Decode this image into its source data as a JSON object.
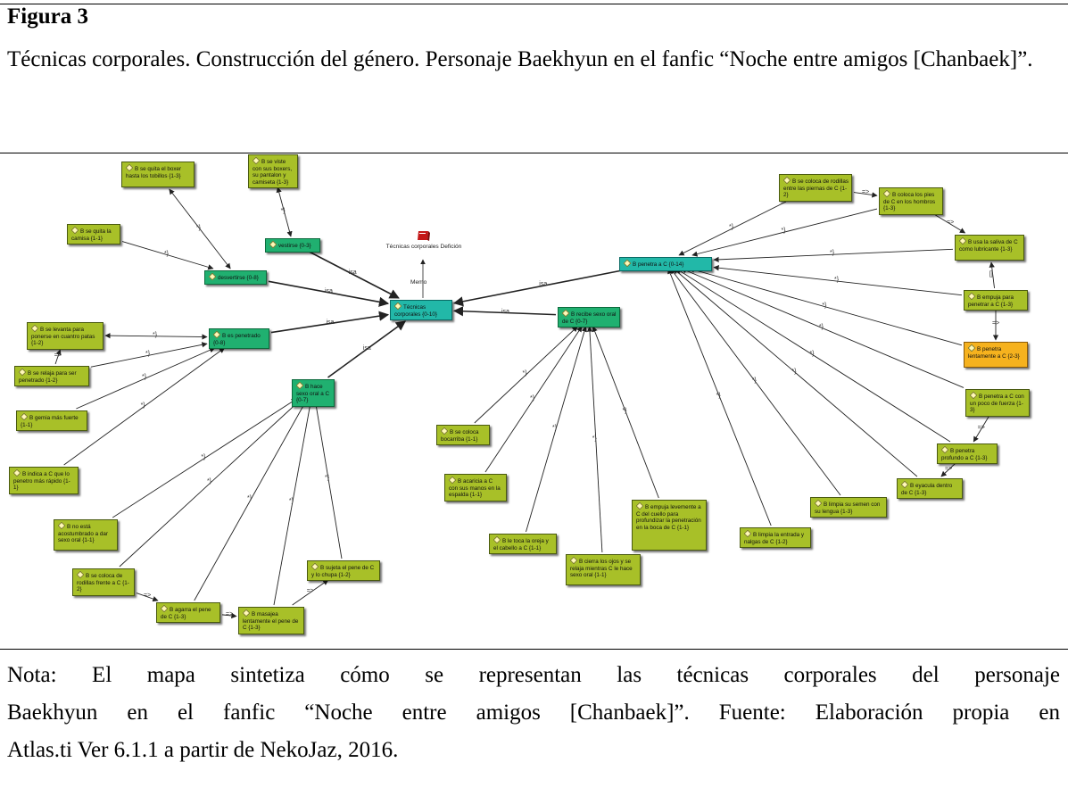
{
  "figure": {
    "title": "Figura 3",
    "caption": "Técnicas corporales. Construcción del género. Personaje Baekhyun en el fanfic “Noche entre amigos [Chanbaek]”.",
    "note_lines": [
      "Nota: El mapa sintetiza cómo se representan las técnicas corporales del personaje",
      "Baekhyun en el fanfic “Noche entre amigos [Chanbaek]”.  Fuente: Elaboración propia en",
      "Atlas.ti Ver 6.1.1 a partir de NekoJaz, 2016."
    ]
  },
  "diagram": {
    "memo": {
      "title": "Técnicas corporales Defición",
      "link_label": "Memo"
    },
    "nodes": [
      {
        "id": "n_root",
        "label": "Técnicas corporales {0-10}",
        "kind": "hub"
      },
      {
        "id": "n_desv",
        "label": "desvertirse {0-8}",
        "kind": "fam"
      },
      {
        "id": "n_vest",
        "label": "vestirse {0-3}",
        "kind": "fam"
      },
      {
        "id": "n_pen",
        "label": "B es penetrado {0-8}",
        "kind": "fam"
      },
      {
        "id": "n_oral",
        "label": "B hace sexo oral a C {0-7}",
        "kind": "fam"
      },
      {
        "id": "n_recibe",
        "label": "B recibe sexo oral de C {0-7}",
        "kind": "fam"
      },
      {
        "id": "n_penC",
        "label": "B penetra a C {0-14}",
        "kind": "hub"
      },
      {
        "id": "n_boxer",
        "label": "B se quita el boxer hasta los tobillos {1-3}",
        "kind": "code"
      },
      {
        "id": "n_viste",
        "label": "B se viste con sus boxers, su pantalon y camiseta {1-3}",
        "kind": "code"
      },
      {
        "id": "n_camisa",
        "label": "B se quita la camisa {1-1}",
        "kind": "code"
      },
      {
        "id": "n_levanta",
        "label": "B se levanta para ponerse en cuantro patas {1-2}",
        "kind": "code"
      },
      {
        "id": "n_relaja",
        "label": "B se relaja para ser penetrado {1-2}",
        "kind": "code"
      },
      {
        "id": "n_gemia",
        "label": "B gemia más fuerte {1-1}",
        "kind": "code"
      },
      {
        "id": "n_indica",
        "label": "B indica a C que lo penetro más rápido {1-1}",
        "kind": "code"
      },
      {
        "id": "n_noesta",
        "label": "B no está acostumbrado a dar sexo oral {1-1}",
        "kind": "code"
      },
      {
        "id": "n_rodC",
        "label": "B se coloca de rodillas frente a C {1-2}",
        "kind": "code"
      },
      {
        "id": "n_agarra",
        "label": "B agarra el pene de C {1-3}",
        "kind": "code"
      },
      {
        "id": "n_masajea",
        "label": "B masajea lentamente el pene de C {1-3}",
        "kind": "code"
      },
      {
        "id": "n_sujeta",
        "label": "B sujeta el pene de C y lo chupa {1-2}",
        "kind": "code"
      },
      {
        "id": "n_bocarriba",
        "label": "B se coloca bocarriba {1-1}",
        "kind": "code"
      },
      {
        "id": "n_acaricia",
        "label": "B acaricia a C con sus manos en la espalda {1-1}",
        "kind": "code"
      },
      {
        "id": "n_oreja",
        "label": "B le toca la oreja y el cabello a C {1-1}",
        "kind": "code"
      },
      {
        "id": "n_cierra",
        "label": "B cierra los ojos y se relaja mientras C le hace sexo oral {1-1}",
        "kind": "code"
      },
      {
        "id": "n_empujaCuello",
        "label": "B empuja levemente a C del cuello para profundizar la penetración en la boca de C {1-1}",
        "kind": "code"
      },
      {
        "id": "n_rodEntre",
        "label": "B se coloca de rodillas entre las piernas de C {1-2}",
        "kind": "code"
      },
      {
        "id": "n_pies",
        "label": "B coloca los pies de C en los hombros {1-3}",
        "kind": "code"
      },
      {
        "id": "n_saliva",
        "label": "B usa la saliva de C como lubricante {1-3}",
        "kind": "code"
      },
      {
        "id": "n_empujaPen",
        "label": "B empuja para penetrar a C {1-3}",
        "kind": "code"
      },
      {
        "id": "n_lenta",
        "label": "B penetra lentamente a C {2-3}",
        "kind": "hi"
      },
      {
        "id": "n_fuerza",
        "label": "B penetra a C con un poco de fuerza {1-3}",
        "kind": "code"
      },
      {
        "id": "n_profundo",
        "label": "B penetra profundo a C {1-3}",
        "kind": "code"
      },
      {
        "id": "n_eyacula",
        "label": "B eyacula dentro de C {1-3}",
        "kind": "code"
      },
      {
        "id": "n_semen",
        "label": "B limpia su semen con su lengua {1-3}",
        "kind": "code"
      },
      {
        "id": "n_entrada",
        "label": "B limpia la entrada y nalgas de C {1-2}",
        "kind": "code"
      }
    ],
    "edge_labels": {
      "isa": "isa",
      "assoc": "*}",
      "seq": "=>",
      "part": "[]"
    }
  }
}
